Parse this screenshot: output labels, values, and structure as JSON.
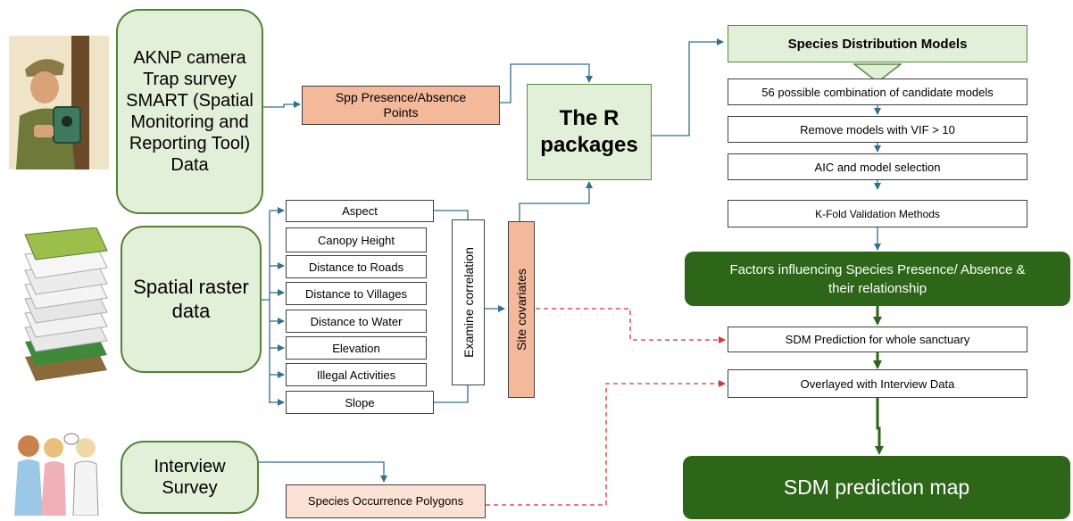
{
  "sources": {
    "camera_trap": "AKNP camera Trap survey SMART (Spatial Monitoring and Reporting Tool) Data",
    "spatial_raster": "Spatial raster data",
    "interview": "Interview Survey"
  },
  "presence_points": "Spp Presence/Absence Points",
  "r_packages": "The R packages",
  "covariates": [
    "Aspect",
    "Canopy Height",
    "Distance to Roads",
    "Distance to Villages",
    "Distance to Water",
    "Elevation",
    "Illegal Activities",
    "Slope"
  ],
  "examine_correlation": "Examine correlation",
  "site_covariates": "Site covariates",
  "occurrence_polygons": "Species Occurrence Polygons",
  "sdm": {
    "title": "Species Distribution Models",
    "steps": [
      "56 possible combination of candidate models",
      "Remove models with VIF > 10",
      "AIC and model selection",
      "K-Fold Validation Methods"
    ],
    "factors": "Factors influencing Species Presence/ Absence & their relationship",
    "prediction": "SDM Prediction for whole sanctuary",
    "overlay": "Overlayed with Interview Data",
    "map": "SDM prediction map"
  },
  "colors": {
    "source_fill": "#e2f0d9",
    "source_border": "#538135",
    "salmon": "#f4b99b",
    "salmon_light": "#fbe2d5",
    "dark_green": "#2d6618",
    "connector": "#31708f",
    "dashed": "#e03030"
  },
  "icons": [
    "camera-trap-ranger-illustration",
    "raster-layers-stack-illustration",
    "interview-people-illustration"
  ]
}
